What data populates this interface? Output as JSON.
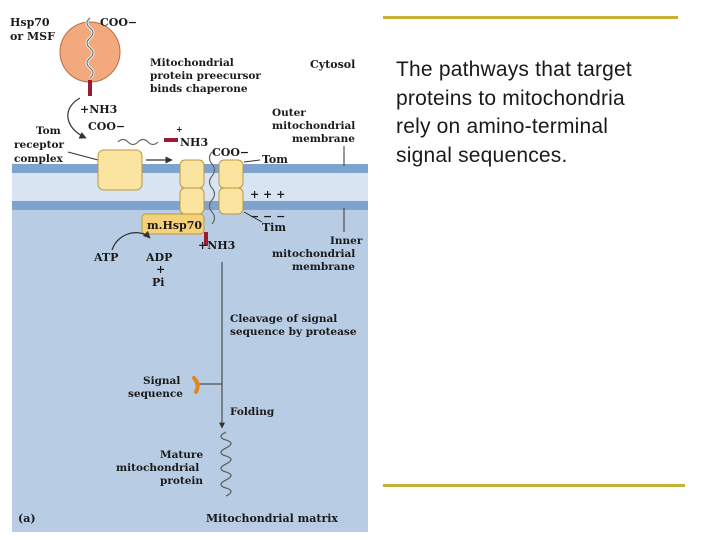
{
  "colors": {
    "rule": "#c8b038",
    "matrix": "#b8cce4",
    "membrane": "#7fa3cf",
    "chaperone": "#f2a97e",
    "pore": "#fbe3a0",
    "mhsp": "#f5d27a",
    "signal": "#e0861f",
    "presequence": "#9b1b30"
  },
  "figure": {
    "hsp70_label": [
      "Hsp70",
      "or MSF"
    ],
    "coo_top": "COO−",
    "nh3_left": "+NH3",
    "precursor_label": [
      "Mitochondrial",
      "protein preecursor",
      "binds chaperone"
    ],
    "cytosol": "Cytosol",
    "outer_membrane": [
      "Outer",
      "mitochondrial",
      "membrane"
    ],
    "tom_receptor": [
      "Tom",
      "receptor",
      "complex"
    ],
    "coo_mid": "COO−",
    "nh3_mid": "NH3",
    "nh3_mid_plus": "+",
    "coo_right": "COO−",
    "tom": "Tom",
    "plus_signs": "+ + +",
    "minus_signs": "− − −",
    "tim": "Tim",
    "mhsp70": "m.Hsp70",
    "nh3_bottom": "+NH3",
    "inner_membrane": [
      "Inner",
      "mitochondrial",
      "membrane"
    ],
    "atp": "ATP",
    "adp": "ADP",
    "plus": "+",
    "pi": "Pi",
    "cleavage": [
      "Cleavage of signal",
      "sequence by protease"
    ],
    "signal_sequence": [
      "Signal",
      "sequence"
    ],
    "folding": "Folding",
    "mature": [
      "Mature",
      "mitochondrial",
      "protein"
    ],
    "panel": "(a)",
    "matrix": "Mitochondrial matrix"
  },
  "caption": {
    "lines": [
      "The pathways that target",
      "proteins to mitochondria",
      "rely on amino-terminal",
      "signal sequences."
    ]
  }
}
